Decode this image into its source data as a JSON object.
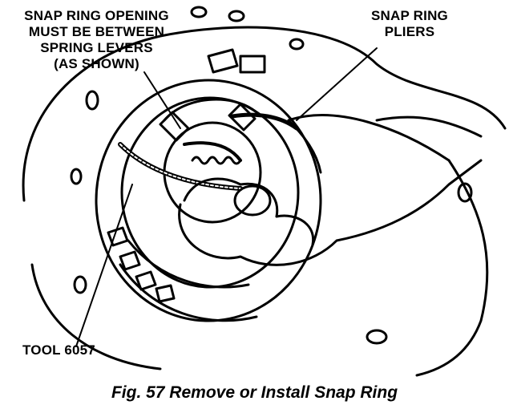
{
  "figure": {
    "caption": "Fig. 57 Remove or Install Snap Ring"
  },
  "callouts": {
    "snap_ring_opening": {
      "line1": "SNAP RING OPENING",
      "line2": "MUST BE BETWEEN",
      "line3": "SPRING LEVERS",
      "line4": "(AS SHOWN)"
    },
    "snap_ring_pliers": {
      "line1": "SNAP RING",
      "line2": "PLIERS"
    },
    "tool": {
      "label": "TOOL 6057"
    }
  }
}
